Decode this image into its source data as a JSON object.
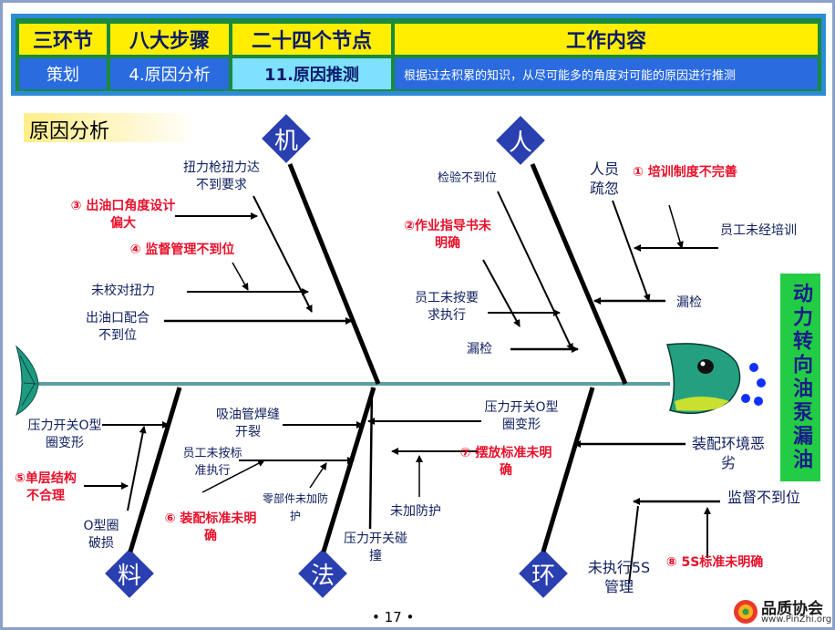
{
  "header": {
    "col1": "三环节",
    "col2": "八大步骤",
    "col3": "二十四个节点",
    "col4": "工作内容",
    "val1": "策划",
    "val2": "4.原因分析",
    "val3": "11.原因推测",
    "val4": "根据过去积累的知识，从尽可能多的角度对可能的原因进行推测"
  },
  "section_title": "原因分析",
  "categories": {
    "ji": "机",
    "ren": "人",
    "liao": "料",
    "fa": "法",
    "huan": "环"
  },
  "effect": "动力转向油泵漏油",
  "causes": {
    "c1": "扭力枪扭力达不到要求",
    "c2": "③ 出油口角度设计偏大",
    "c3": "④ 监督管理不到位",
    "c4": "未校对扭力",
    "c5": "出油口配合不到位",
    "c6": "检验不到位",
    "c7": "②作业指导书未明确",
    "c8": "员工未按要求执行",
    "c9": "漏检",
    "c10": "人员疏忽",
    "c11": "① 培训制度不完善",
    "c12": "员工未经培训",
    "c13": "漏检",
    "c14": "压力开关O型圈变形",
    "c15": "⑤单层结构不合理",
    "c16": "O型圈破损",
    "c17": "吸油管焊缝开裂",
    "c18": "员工未按标准执行",
    "c19": "零部件未加防护",
    "c20": "⑥ 装配标准未明确",
    "c21": "压力开关碰撞",
    "c22": "压力开关O型圈变形",
    "c23": "⑦ 摆放标准未明确",
    "c24": "未加防护",
    "c25": "装配环境恶劣",
    "c26": "监督不到位",
    "c27": "未执行5S管理",
    "c28": "⑧ 5S标准未明确"
  },
  "page_number": "• 17 •",
  "logo": {
    "name": "品质协会",
    "url": "www.PinZhi.org"
  }
}
